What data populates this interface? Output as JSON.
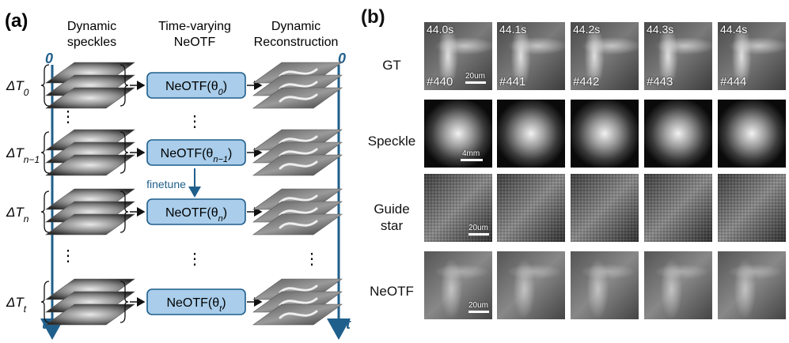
{
  "panel_a": {
    "label": "(a)",
    "headers": {
      "speckles_line1": "Dynamic",
      "speckles_line2": "speckles",
      "neotf_line1": "Time-varying",
      "neotf_line2": "NeOTF",
      "recon_line1": "Dynamic",
      "recon_line2": "Reconstruction"
    },
    "axis_start": "0",
    "axis_end": "t",
    "intervals": [
      {
        "delta": "ΔT",
        "sub": "0",
        "module": "NeOTF(θ",
        "module_sub": "0",
        "close": ")"
      },
      {
        "delta": "ΔT",
        "sub": "n−1",
        "module": "NeOTF(θ",
        "module_sub": "n−1",
        "close": ")"
      },
      {
        "delta": "ΔT",
        "sub": "n",
        "module": "NeOTF(θ",
        "module_sub": "n",
        "close": ")"
      },
      {
        "delta": "ΔT",
        "sub": "t",
        "module": "NeOTF(θ",
        "module_sub": "t",
        "close": ")"
      }
    ],
    "finetune": "finetune",
    "ellipsis": "⋮",
    "colors": {
      "accent": "#1f5f8b",
      "module_fill": "#a9cdea",
      "module_stroke": "#1f5f8b"
    }
  },
  "panel_b": {
    "label": "(b)",
    "rows": [
      "GT",
      "Speckle",
      "Guide star",
      "NeOTF"
    ],
    "times": [
      "44.0s",
      "44.1s",
      "44.2s",
      "44.3s",
      "44.4s"
    ],
    "frames": [
      "#440",
      "#441",
      "#442",
      "#443",
      "#444"
    ],
    "scale_um": "20um",
    "scale_mm": "4mm"
  }
}
